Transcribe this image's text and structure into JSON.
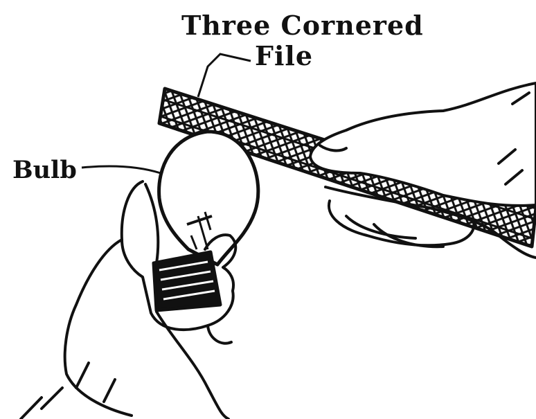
{
  "labels": {
    "file_line1": "Three Cornered",
    "file_line2": "File",
    "bulb": "Bulb"
  },
  "colors": {
    "ink": "#111111",
    "paper": "#ffffff"
  }
}
